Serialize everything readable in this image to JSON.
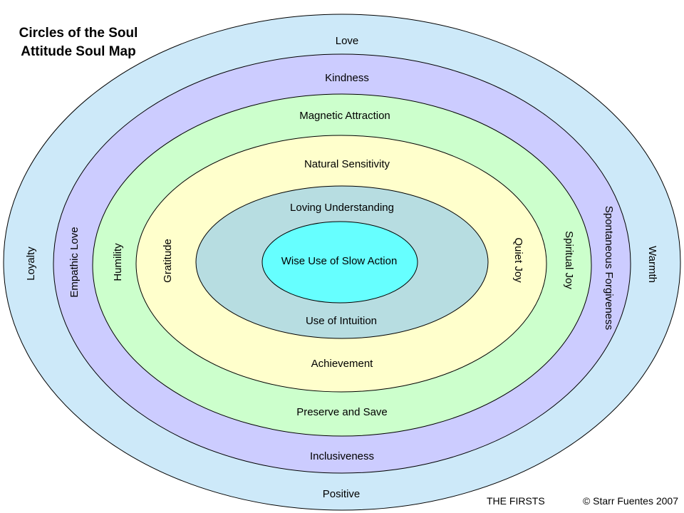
{
  "title": {
    "line1": "Circles of the Soul",
    "line2": "Attitude Soul Map"
  },
  "rings": {
    "ring1": {
      "color": "#cde9f9",
      "top": "Love",
      "bottom": "Positive",
      "left": "Loyalty",
      "right": "Warmth"
    },
    "ring2": {
      "color": "#ccccff",
      "top": "Kindness",
      "bottom": "Inclusiveness",
      "left": "Empathic Love",
      "right": "Spontaneous Forgiveness"
    },
    "ring3": {
      "color": "#ccffcc",
      "top": "Magnetic Attraction",
      "bottom": "Preserve and Save",
      "left": "Humility",
      "right": "Spiritual Joy"
    },
    "ring4": {
      "color": "#ffffcc",
      "top": "Natural Sensitivity",
      "bottom": "Achievement",
      "left": "Gratitude",
      "right": "Quiet Joy"
    },
    "ring5": {
      "color": "#b7dde1",
      "top": "Loving Understanding",
      "bottom": "Use of Intuition"
    },
    "core": {
      "color": "#66ffff",
      "label": "Wise Use of Slow Action"
    }
  },
  "footer": {
    "series": "THE FIRSTS",
    "copyright": "© Starr Fuentes 2007"
  }
}
